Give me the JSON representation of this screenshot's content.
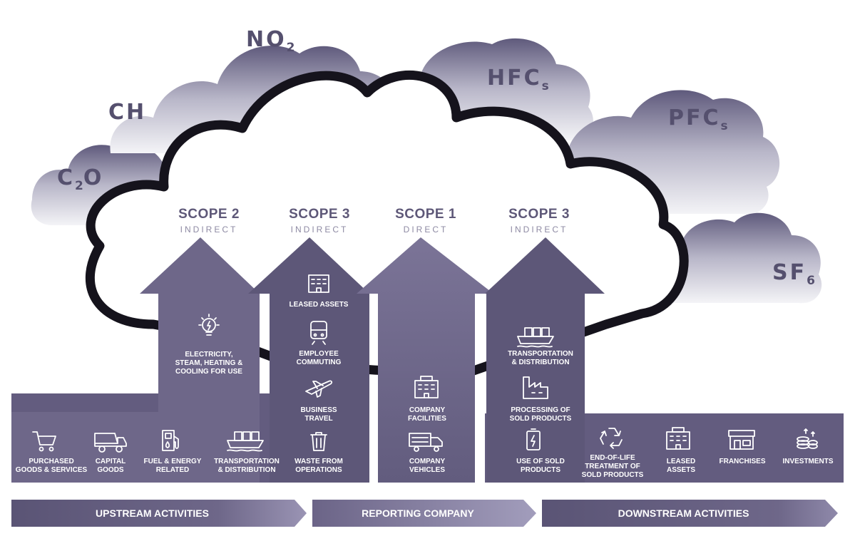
{
  "gases": [
    {
      "base": "C",
      "sub": "2",
      "tail": "O"
    },
    {
      "base": "CH",
      "sub": "",
      "tail": ""
    },
    {
      "base": "NO",
      "sub": "2",
      "tail": ""
    },
    {
      "base": "HFC",
      "sub": "s",
      "tail": ""
    },
    {
      "base": "PFC",
      "sub": "s",
      "tail": ""
    },
    {
      "base": "SF",
      "sub": "6",
      "tail": ""
    }
  ],
  "scopes": [
    {
      "title": "SCOPE 2",
      "sub": "INDIRECT"
    },
    {
      "title": "SCOPE 3",
      "sub": "INDIRECT"
    },
    {
      "title": "SCOPE 1",
      "sub": "DIRECT"
    },
    {
      "title": "SCOPE 3",
      "sub": "INDIRECT"
    }
  ],
  "scope2_items": [
    {
      "label": "ELECTRICITY,\nSTEAM, HEATING &\nCOOLING FOR USE",
      "icon": "lightbulb-icon"
    }
  ],
  "scope3_upstream_items": [
    {
      "label": "LEASED ASSETS",
      "icon": "building-icon"
    },
    {
      "label": "EMPLOYEE\nCOMMUTING",
      "icon": "train-icon"
    },
    {
      "label": "BUSINESS\nTRAVEL",
      "icon": "airplane-icon"
    },
    {
      "label": "WASTE FROM\nOPERATIONS",
      "icon": "trash-icon"
    }
  ],
  "scope1_items": [
    {
      "label": "COMPANY\nFACILITIES",
      "icon": "building-icon"
    },
    {
      "label": "COMPANY\nVEHICLES",
      "icon": "truck-icon"
    }
  ],
  "scope3_downstream_items": [
    {
      "label": "TRANSPORTATION\n& DISTRIBUTION",
      "icon": "ship-icon"
    },
    {
      "label": "PROCESSING OF\nSOLD PRODUCTS",
      "icon": "factory-icon"
    },
    {
      "label": "USE OF SOLD\nPRODUCTS",
      "icon": "battery-icon"
    }
  ],
  "upstream_items": [
    {
      "label": "PURCHASED\nGOODS & SERVICES",
      "icon": "cart-icon"
    },
    {
      "label": "CAPITAL\nGOODS",
      "icon": "dump-truck-icon"
    },
    {
      "label": "FUEL & ENERGY\nRELATED",
      "icon": "fuel-pump-icon"
    },
    {
      "label": "TRANSPORTATION\n& DISTRIBUTION",
      "icon": "ship-icon"
    }
  ],
  "downstream_items": [
    {
      "label": "END-OF-LIFE\nTREATMENT OF\nSOLD PRODUCTS",
      "icon": "recycle-icon"
    },
    {
      "label": "LEASED\nASSETS",
      "icon": "building-icon"
    },
    {
      "label": "FRANCHISES",
      "icon": "storefront-icon"
    },
    {
      "label": "INVESTMENTS",
      "icon": "coins-icon"
    }
  ],
  "bands": [
    "UPSTREAM ACTIVITIES",
    "REPORTING COMPANY",
    "DOWNSTREAM ACTIVITIES"
  ],
  "colors": {
    "arrow_purple": "#6e6789",
    "arrow_dark": "#5d5778",
    "band_light": "#8a83a6",
    "cloud_outline": "#15131c",
    "gas_text": "#55506e",
    "scope_title": "#5e5878",
    "scope_sub": "#8e8aa3"
  }
}
